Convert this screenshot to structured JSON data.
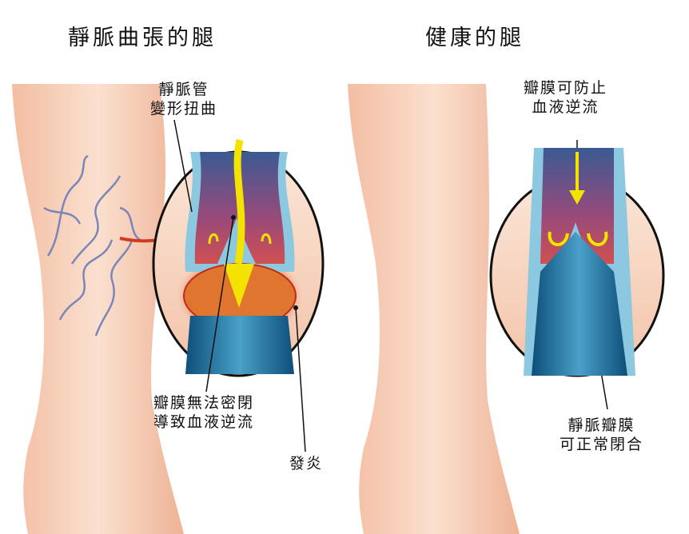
{
  "titles": {
    "varicose": "靜脈曲張的腿",
    "healthy": "健康的腿"
  },
  "labels": {
    "vein_deformed": [
      "靜脈管",
      "變形扭曲"
    ],
    "valve_fail": [
      "瓣膜無法密閉",
      "導致血液逆流"
    ],
    "inflammation": "發炎",
    "valve_prevent": [
      "瓣膜可防止",
      "血液逆流"
    ],
    "valve_close": [
      "靜脈瓣膜",
      "可正常閉合"
    ]
  },
  "colors": {
    "skin": "#f5c9b0",
    "vein_blue": "#1f6fa0",
    "flow_arrow": "#f4e200",
    "inflamed": "#e0641e"
  }
}
